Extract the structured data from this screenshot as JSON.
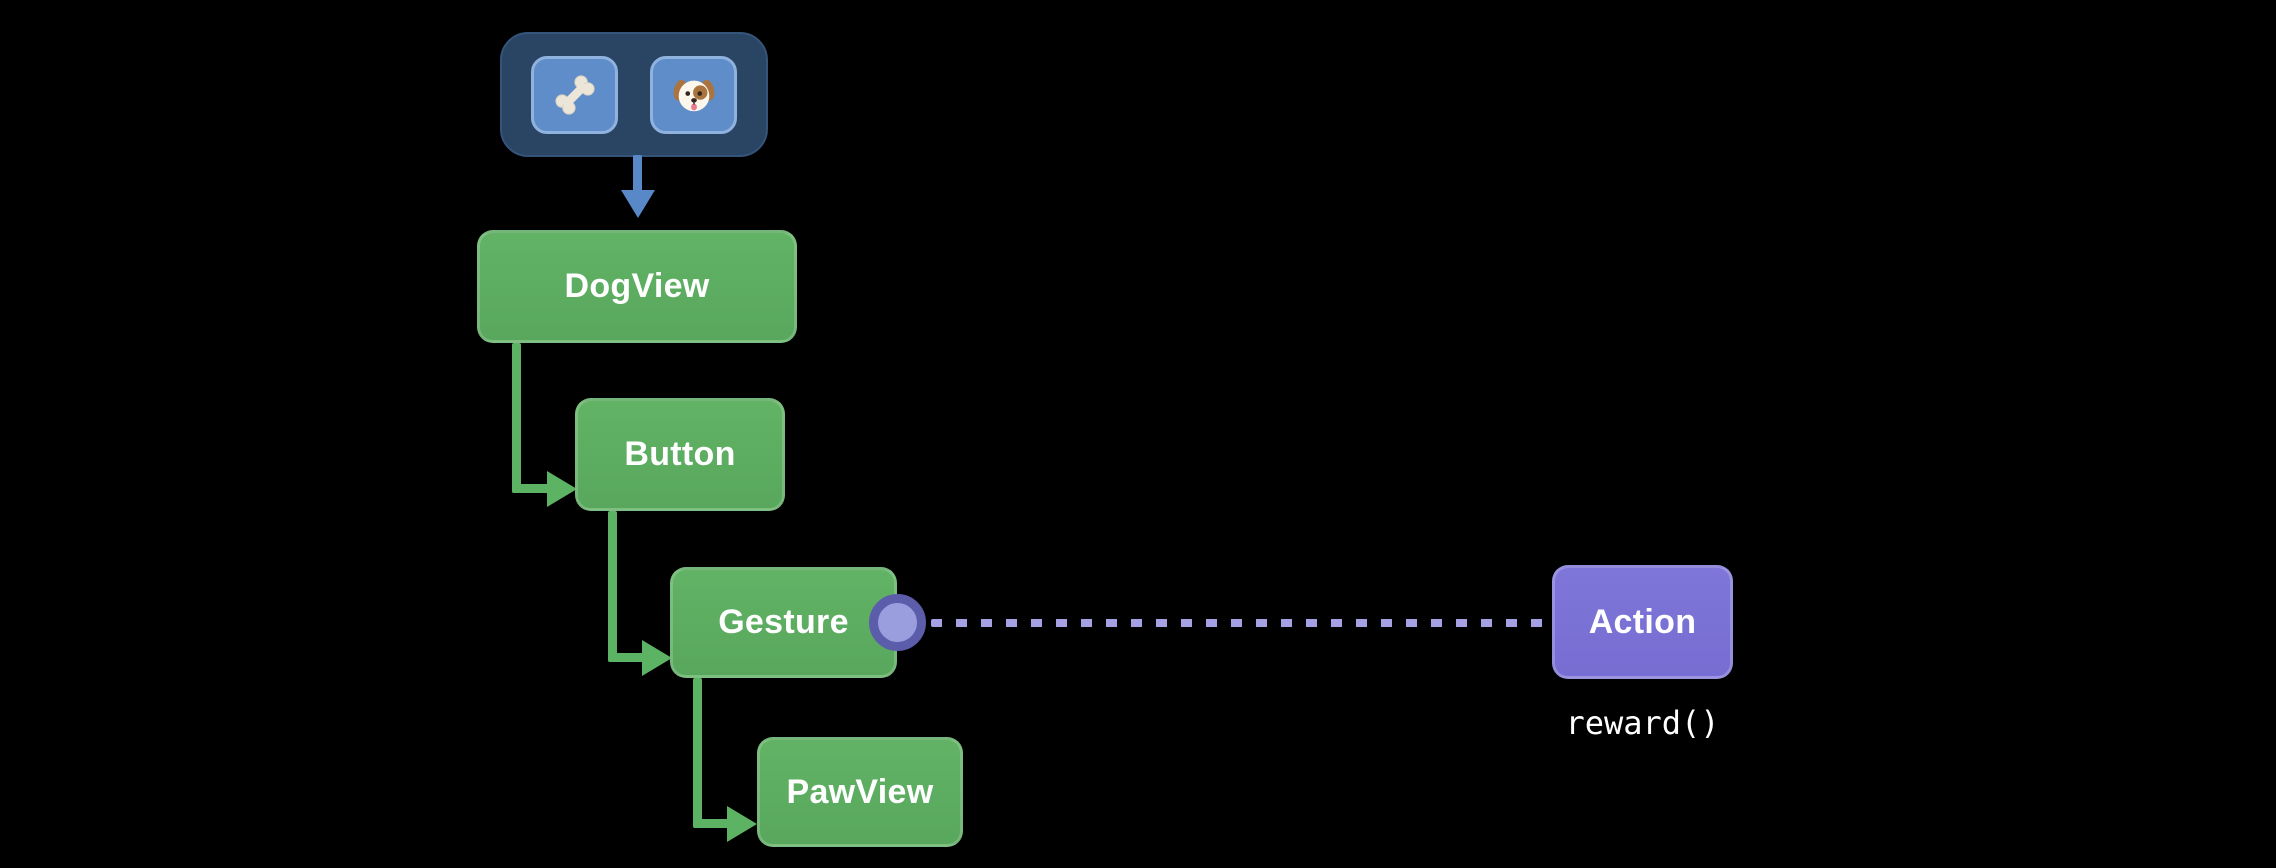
{
  "diagram": {
    "title": "view-hierarchy-gesture-action-diagram",
    "toolbar": {
      "buttons": [
        {
          "icon": "bone-icon",
          "label": "bone"
        },
        {
          "icon": "dog-icon",
          "label": "dog"
        }
      ]
    },
    "nodes": {
      "dog_view": "DogView",
      "button": "Button",
      "gesture": "Gesture",
      "paw_view": "PawView",
      "action": "Action"
    },
    "annotation": {
      "code": "reward()"
    },
    "edges": [
      {
        "from": "toolbar",
        "to": "DogView",
        "style": "solid-arrow",
        "color": "#5988c9"
      },
      {
        "from": "DogView",
        "to": "Button",
        "style": "solid-arrow",
        "color": "#5cb364"
      },
      {
        "from": "Button",
        "to": "Gesture",
        "style": "solid-arrow",
        "color": "#5cb364"
      },
      {
        "from": "Gesture",
        "to": "PawView",
        "style": "solid-arrow",
        "color": "#5cb364"
      },
      {
        "from": "Gesture",
        "to": "Action",
        "style": "dashed",
        "color": "#a6a1e2"
      }
    ],
    "colors": {
      "background": "#000000",
      "node_green": "#5dad61",
      "connector_green": "#5cb364",
      "action_purple": "#7b71d7",
      "dashed_purple": "#a6a1e2",
      "toolbar_navy": "#2a4464",
      "toolbar_button_blue": "#5f8dc9",
      "arrow_blue": "#5988c9",
      "port_ring": "#5b5dab",
      "port_fill": "#9b9ede",
      "text": "#ffffff"
    }
  }
}
